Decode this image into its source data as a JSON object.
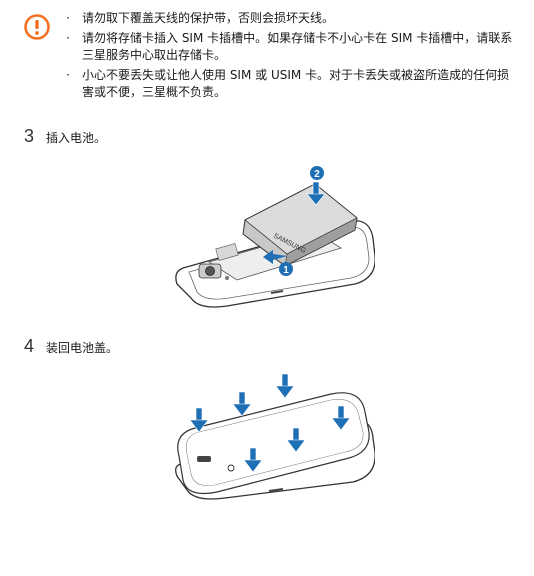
{
  "caution": {
    "icon": "caution-icon",
    "color": "#f37021",
    "items": [
      {
        "bullet": "·",
        "text": "请勿取下覆盖天线的保护带，否则会损坏天线。"
      },
      {
        "bullet": "·",
        "text": "请勿将存储卡插入 SIM 卡插槽中。如果存储卡不小心卡在 SIM 卡插槽中，请联系三星服务中心取出存储卡。"
      },
      {
        "bullet": "·",
        "text": "小心不要丢失或让他人使用 SIM 或 USIM 卡。对于卡丢失或被盗所造成的任何损害或不便，三星概不负责。"
      }
    ]
  },
  "steps": [
    {
      "number": "3",
      "text": "插入电池。"
    },
    {
      "number": "4",
      "text": "装回电池盖。"
    }
  ],
  "illustrations": {
    "battery": {
      "brand": "SAMSUNG",
      "markers": [
        "1",
        "2"
      ],
      "marker_color": "#1e6fb5"
    },
    "cover": {
      "arrow_color": "#1e6fb5"
    }
  }
}
